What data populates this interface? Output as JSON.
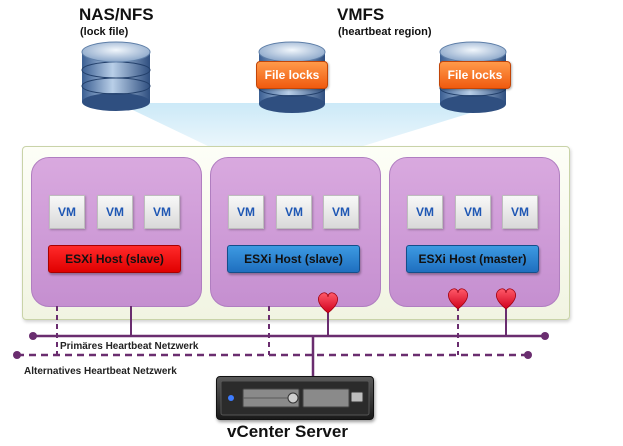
{
  "storage": {
    "nas": {
      "title": "NAS/NFS",
      "subtitle": "(lock file)"
    },
    "vmfs": {
      "title": "VMFS",
      "subtitle": "(heartbeat region)"
    },
    "file_lock_label": "File locks"
  },
  "hosts": [
    {
      "vms": [
        "VM",
        "VM",
        "VM"
      ],
      "label": "ESXi Host (slave)",
      "status": "red"
    },
    {
      "vms": [
        "VM",
        "VM",
        "VM"
      ],
      "label": "ESXi Host (slave)",
      "status": "blue"
    },
    {
      "vms": [
        "VM",
        "VM",
        "VM"
      ],
      "label": "ESXi Host (master)",
      "status": "blue"
    }
  ],
  "networks": {
    "primary": "Primäres Heartbeat Netzwerk",
    "alternative": "Alternatives Heartbeat Netzwerk"
  },
  "vcenter": {
    "label": "vCenter Server"
  },
  "colors": {
    "host_fill": "#cf9bd7",
    "network_line": "#6a2d6f",
    "heartbeat": "#e0001a",
    "slave_failed": "#ff1a1a",
    "host_bar": "#2e86d6",
    "file_lock": "#f26a1b"
  }
}
